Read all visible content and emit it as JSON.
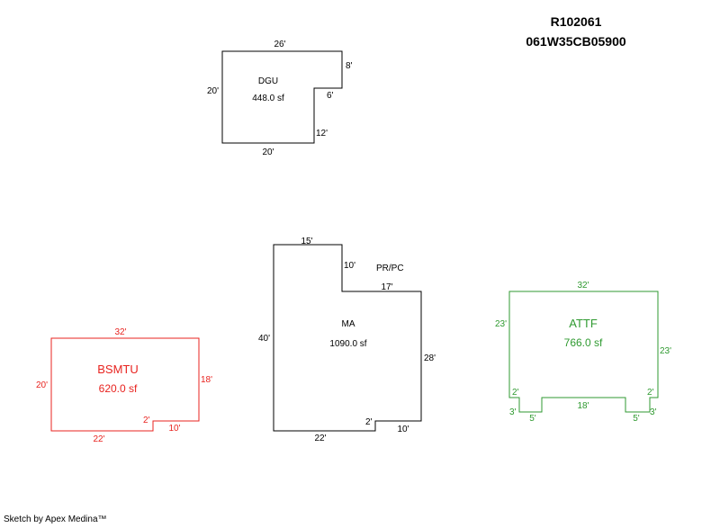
{
  "header": {
    "parcel_id": "R102061",
    "map_number": "061W35CB05900"
  },
  "footer": {
    "credit": "Sketch by Apex Medina™"
  },
  "colors": {
    "black": "#000000",
    "red": "#e8231f",
    "green": "#2f9a30"
  },
  "areas": [
    {
      "id": "dgu",
      "name": "DGU",
      "area": "448.0 sf",
      "color": "#000000",
      "dims": [
        "26'",
        "8'",
        "6'",
        "12'",
        "20'",
        "20'"
      ]
    },
    {
      "id": "ma",
      "name": "MA",
      "area": "1090.0 sf",
      "color": "#000000",
      "dims": [
        "15'",
        "10'",
        "17'",
        "28'",
        "10'",
        "2'",
        "22'",
        "40'"
      ]
    },
    {
      "id": "bsmtu",
      "name": "BSMTU",
      "area": "620.0 sf",
      "color": "#e8231f",
      "dims": [
        "32'",
        "18'",
        "10'",
        "2'",
        "22'",
        "20'"
      ]
    },
    {
      "id": "attf",
      "name": "ATTF",
      "area": "766.0 sf",
      "color": "#2f9a30",
      "dims": [
        "32'",
        "23'",
        "2'",
        "3'",
        "5'",
        "18'",
        "5'",
        "3'",
        "2'",
        "23'"
      ]
    }
  ],
  "annotations": [
    {
      "text": "PR/PC"
    }
  ]
}
